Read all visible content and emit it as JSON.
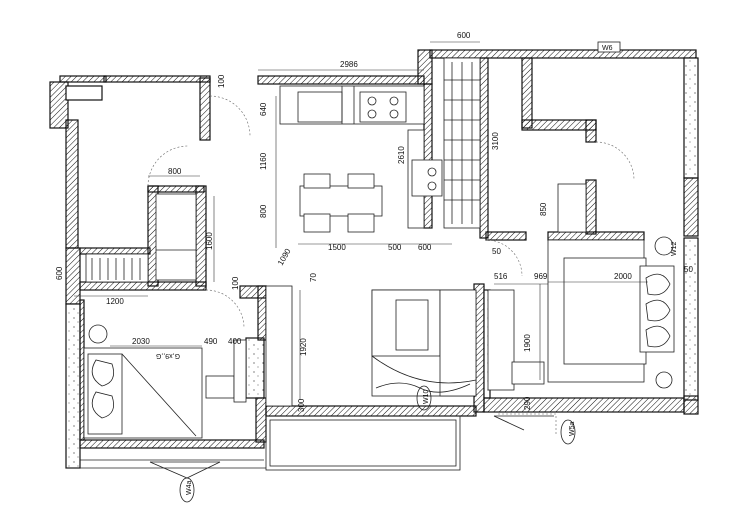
{
  "plan": {
    "dimensions": {
      "d600_top": "600",
      "d2986": "2986",
      "d100": "100",
      "d640": "640",
      "d1160": "1160",
      "d800_left": "800",
      "d800_v": "800",
      "d2610": "2610",
      "d3100": "3100",
      "d850": "850",
      "d1600": "1600",
      "d1090": "1090",
      "d1500": "1500",
      "d500": "500",
      "d600_mid": "600",
      "d50": "50",
      "d600_left": "600",
      "d1200": "1200",
      "d70": "70",
      "d100_b": "100",
      "d516": "516",
      "d969": "969",
      "d2000": "2000",
      "d1920": "1920",
      "d1900": "1900",
      "d2030": "2030",
      "d490": "490",
      "d400": "400",
      "d300": "300",
      "d290": "290",
      "d50_right": "50"
    },
    "tags": {
      "w6": "W6",
      "w12": "W12",
      "w5a": "W5a",
      "w4a": "W4a",
      "w10": "W10",
      "floor_note": "G,x9,,G"
    }
  }
}
